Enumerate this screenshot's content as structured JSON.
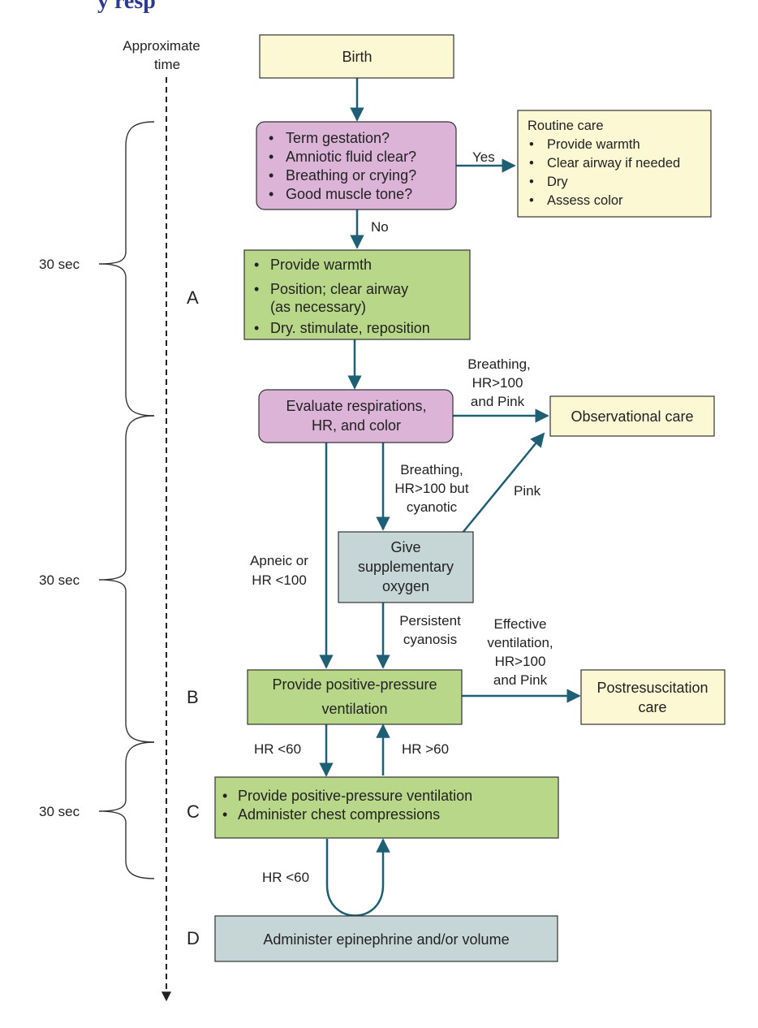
{
  "header_fragment": "y resp",
  "timeline": {
    "title": [
      "Approximate",
      "time"
    ],
    "intervals": [
      "30 sec",
      "30 sec",
      "30 sec"
    ]
  },
  "steps": {
    "a": "A",
    "b": "B",
    "c": "C",
    "d": "D"
  },
  "nodes": {
    "birth": "Birth",
    "initial_questions": [
      "Term gestation?",
      "Amniotic fluid clear?",
      "Breathing or crying?",
      "Good muscle tone?"
    ],
    "routine_care": {
      "title": "Routine care",
      "items": [
        "Provide warmth",
        "Clear airway if needed",
        "Dry",
        "Assess color"
      ]
    },
    "initial_steps": [
      "Provide warmth",
      "Position; clear airway",
      "(as necessary)",
      "Dry. stimulate, reposition"
    ],
    "evaluate": [
      "Evaluate respirations,",
      "HR, and color"
    ],
    "observational_care": "Observational care",
    "supplementary_oxygen": [
      "Give",
      "supplementary",
      "oxygen"
    ],
    "ppv": [
      "Provide positive-pressure",
      "ventilation"
    ],
    "postresuscitation_care": [
      "Postresuscitation",
      "care"
    ],
    "ppv_compressions": [
      "Provide positive-pressure ventilation",
      "Administer chest compressions"
    ],
    "epinephrine": "Administer epinephrine and/or volume"
  },
  "edges": {
    "yes": "Yes",
    "no": "No",
    "breathing_pink": [
      "Breathing,",
      "HR>100",
      "and Pink"
    ],
    "breathing_cyanotic": [
      "Breathing,",
      "HR>100 but",
      "cyanotic"
    ],
    "pink": "Pink",
    "apneic": [
      "Apneic or",
      "HR <100"
    ],
    "persistent_cyanosis": [
      "Persistent",
      "cyanosis"
    ],
    "effective_ventilation": [
      "Effective",
      "ventilation,",
      "HR>100",
      "and Pink"
    ],
    "hr_lt_60_1": "HR <60",
    "hr_gt_60": "HR >60",
    "hr_lt_60_2": "HR <60"
  },
  "colors": {
    "arrow": "#1f5f73",
    "cream_fill": "#fdf8d4",
    "pink_fill": "#dcb4d8",
    "green_fill": "#b8d788",
    "gray_fill": "#c6d6d6",
    "box_stroke": "#333333"
  }
}
